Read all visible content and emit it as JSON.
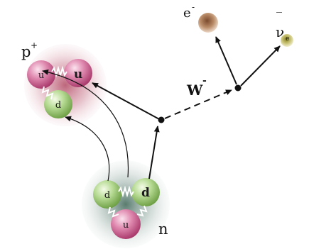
{
  "labels": {
    "proton": "p",
    "proton_charge": "+",
    "neutron": "n",
    "w_boson": "W",
    "w_charge": "-",
    "electron": "e",
    "electron_charge": "-",
    "antineutrino": "ν",
    "antineutrino_sub": "e",
    "antineutrino_bar": "‾"
  },
  "proton_quarks": [
    "u",
    "u",
    "d"
  ],
  "neutron_quarks": [
    "d",
    "d",
    "u"
  ],
  "colors": {
    "up_quark": "#c04a7a",
    "down_quark": "#7fb84f",
    "proton_glow": "#b03a5c",
    "neutron_glow": "#3f6b5a",
    "electron": "#b07a55",
    "antineutrino": "#b8b050",
    "arrow": "#111111",
    "gluon": "#ffffff"
  }
}
